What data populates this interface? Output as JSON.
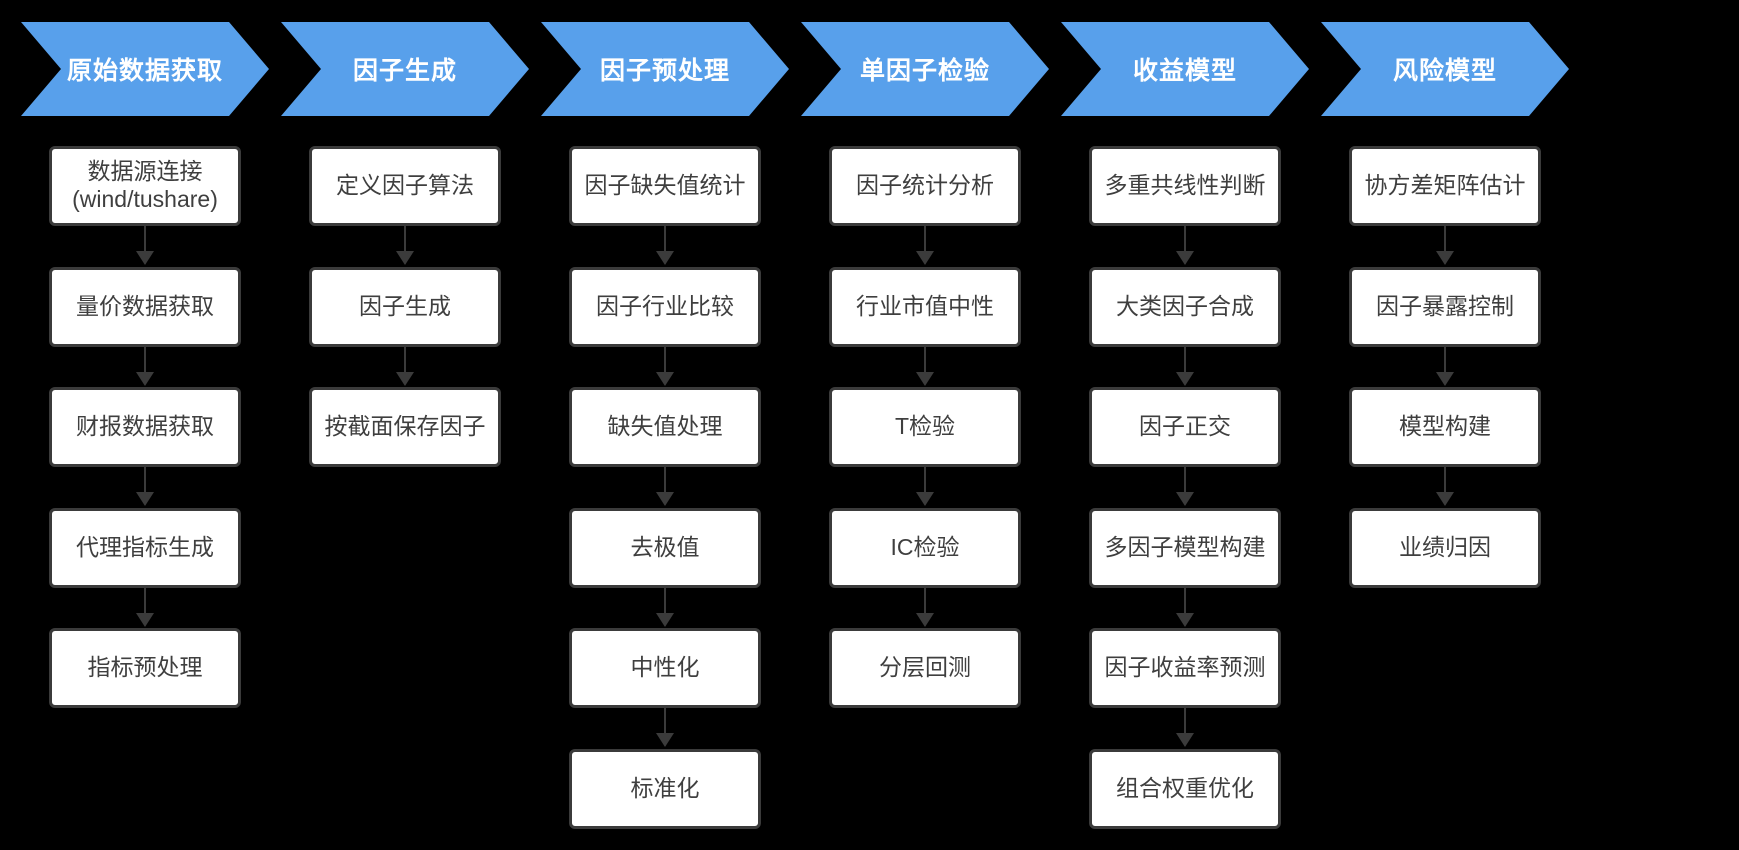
{
  "colors": {
    "background": "#000000",
    "header_fill": "#58A0EB",
    "header_text": "#FFFFFF",
    "box_fill": "#FFFFFF",
    "box_border": "#3B3B3B",
    "box_text": "#3F3F3F",
    "arrow": "#3B3B3B"
  },
  "columns": [
    {
      "header": "原始数据获取",
      "steps": [
        "数据源连接\n(wind/tushare)",
        "量价数据获取",
        "财报数据获取",
        "代理指标生成",
        "指标预处理"
      ]
    },
    {
      "header": "因子生成",
      "steps": [
        "定义因子算法",
        "因子生成",
        "按截面保存因子"
      ]
    },
    {
      "header": "因子预处理",
      "steps": [
        "因子缺失值统计",
        "因子行业比较",
        "缺失值处理",
        "去极值",
        "中性化",
        "标准化"
      ]
    },
    {
      "header": "单因子检验",
      "steps": [
        "因子统计分析",
        "行业市值中性",
        "T检验",
        "IC检验",
        "分层回测"
      ]
    },
    {
      "header": "收益模型",
      "steps": [
        "多重共线性判断",
        "大类因子合成",
        "因子正交",
        "多因子模型构建",
        "因子收益率预测",
        "组合权重优化"
      ]
    },
    {
      "header": "风险模型",
      "steps": [
        "协方差矩阵估计",
        "因子暴露控制",
        "模型构建",
        "业绩归因"
      ]
    }
  ]
}
